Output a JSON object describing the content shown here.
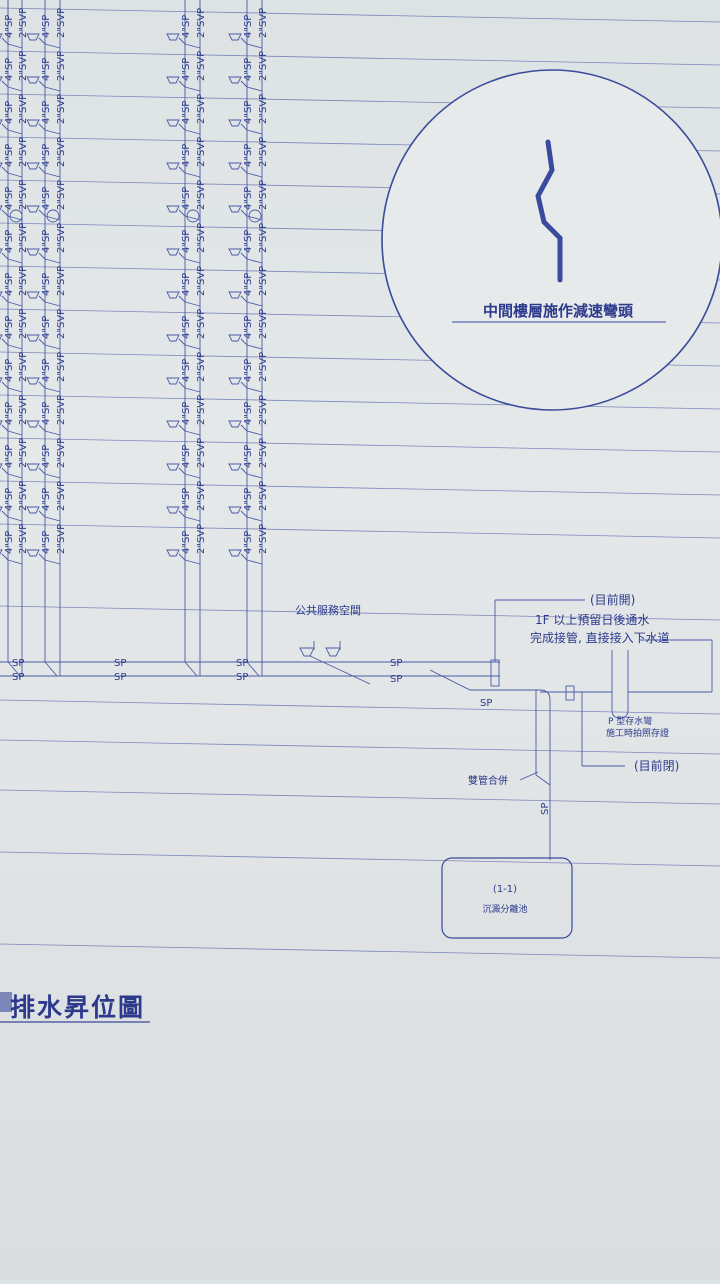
{
  "drawing": {
    "detail_caption": "中間樓層施作減速彎頭",
    "public_space_label": "公共服務空間",
    "current_open": "(目前開)",
    "current_closed": "(目前閉)",
    "note_line1": "1F 以上預留日後通水",
    "note_line2": "完成接管, 直接接入下水道",
    "trap_line1": "P 型存水彎",
    "trap_line2": "施工時拍照存證",
    "dual_pipe_label": "雙管合併",
    "tank_id": "(1-1)",
    "tank_name": "沉澱分離池",
    "title": "排水昇位圖",
    "pipe_sp": "SP",
    "pipe_4sp": "4\"SP",
    "pipe_2svp": "2\"SVP"
  },
  "colors": {
    "ink": "#3a4a9c",
    "paper": "#e2e6e7"
  }
}
